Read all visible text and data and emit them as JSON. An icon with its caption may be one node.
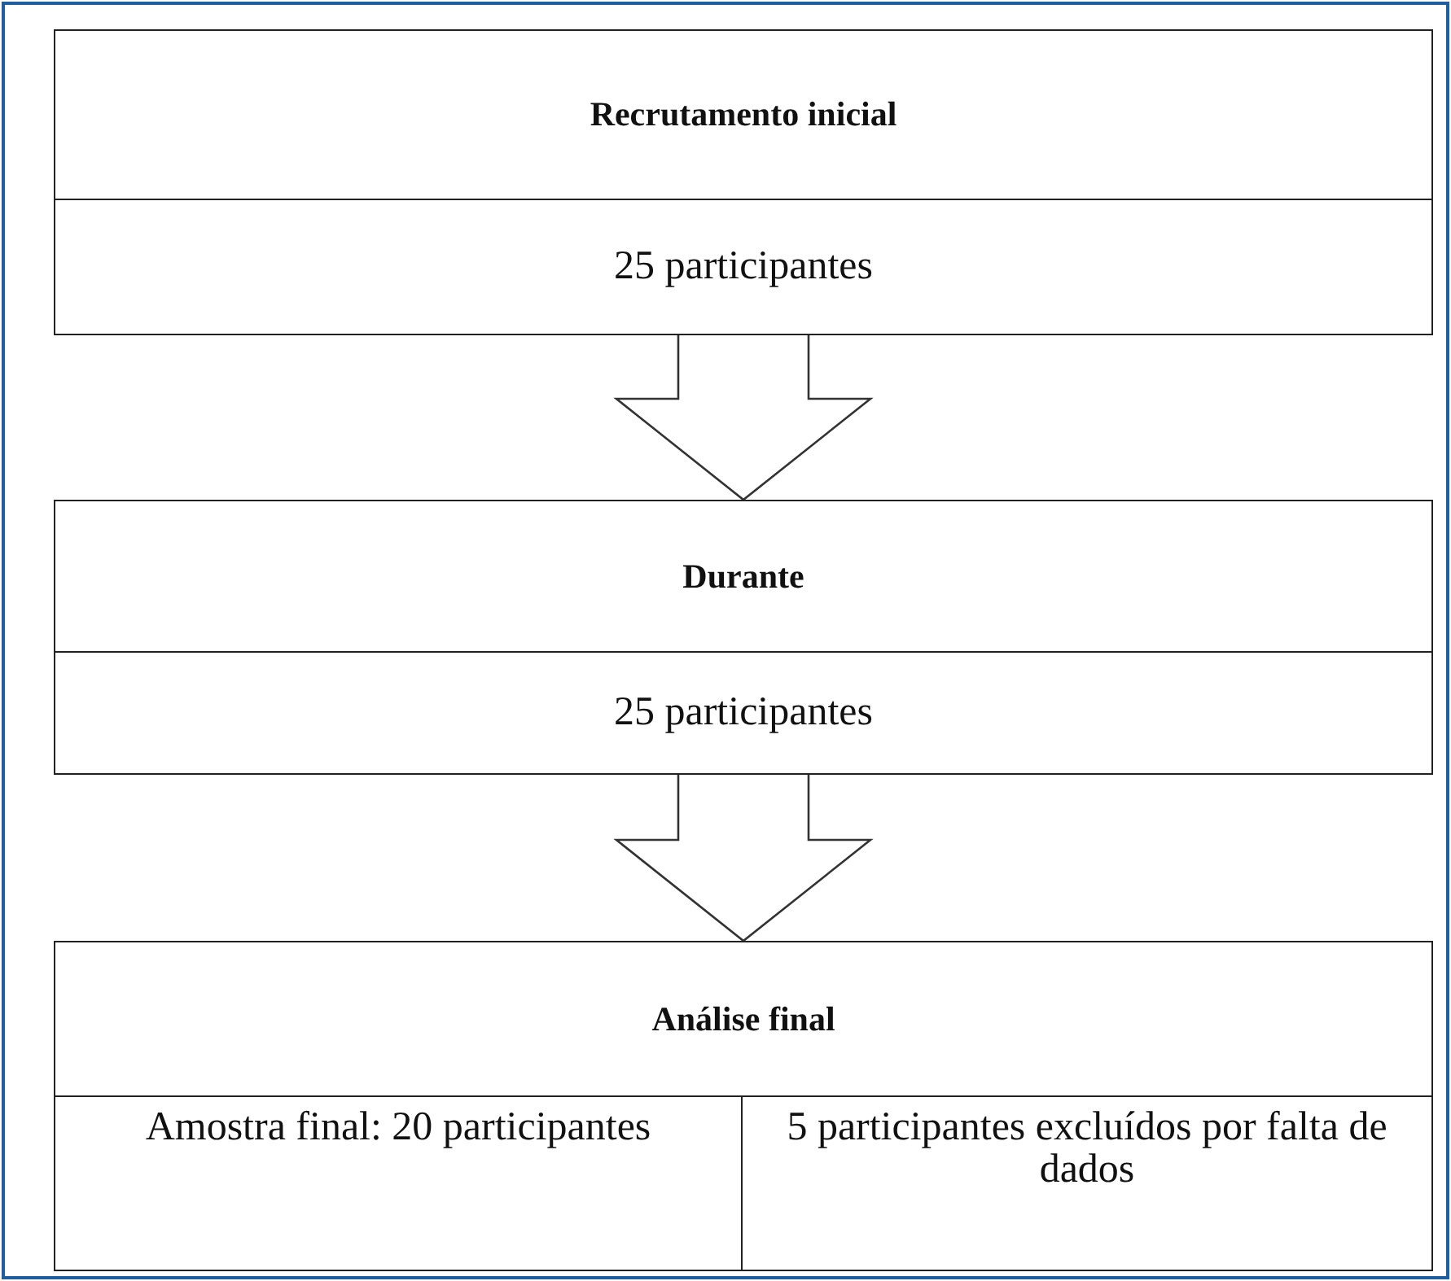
{
  "diagram": {
    "nodes": [
      {
        "text": [
          "Recrutamento inicial"
        ]
      },
      {
        "text": [
          "25 participantes"
        ]
      },
      {
        "text": [
          "Durante"
        ]
      },
      {
        "text": [
          "25 participantes"
        ]
      },
      {
        "text": [
          "Análise final"
        ]
      },
      {
        "text": [
          "Amostra final: 20 participantes"
        ]
      },
      {
        "text": [
          "5 participantes excluídos por falta de dados"
        ]
      }
    ],
    "edges": [
      {
        "from": 1,
        "to": 2,
        "arrow": "to"
      },
      {
        "from": 3,
        "to": 4,
        "arrow": "to"
      }
    ]
  }
}
